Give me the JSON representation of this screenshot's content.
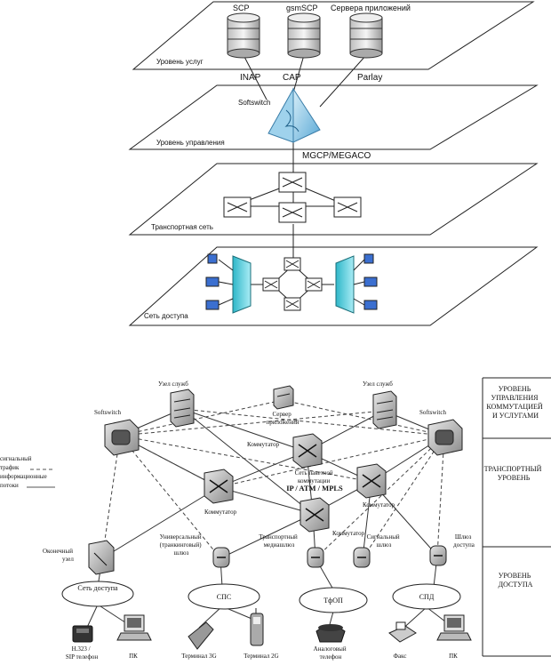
{
  "top_diagram": {
    "servers": [
      "SCP",
      "gsmSCP",
      "Сервера приложений"
    ],
    "planes": [
      "Уровень услуг",
      "Уровень управления",
      "Транспортная сеть",
      "Сеть доступа"
    ],
    "protocols_upper": [
      "INAP",
      "CAP",
      "Parlay"
    ],
    "softswitch": "Softswitch",
    "protocol_lower": "MGCP/MEGACO"
  },
  "bottom_diagram": {
    "levels": [
      "УРОВЕНЬ УПРАВЛЕНИЯ КОММУТАЦИЕЙ И УСЛУГАМИ",
      "ТРАНСПОРТНЫЙ УРОВЕНЬ",
      "УРОВЕНЬ ДОСТУПА"
    ],
    "legend": {
      "signal": "сигнальный трафик",
      "info": "информационные потоки"
    },
    "nodes": {
      "service_node_left": "Узел служб",
      "service_node_right": "Узел служб",
      "app_server": "Сервер приложений",
      "softswitch_left": "Softswitch",
      "softswitch_right": "Softswitch",
      "switch_top": "Коммутатор",
      "packet_network": "Сеть пакетной коммутации IP / ATM / MPLS",
      "switch_left": "Коммутатор",
      "switch_right": "Коммутатор",
      "switch_center": "Коммутатор",
      "terminal_node": "Оконечный узел",
      "universal_gateway": "Универсальный (транкинговый) шлюз",
      "media_gateway": "Транспортный медиашлюз",
      "signal_gateway": "Сигнальный шлюз",
      "access_gateway": "Шлюз доступа"
    },
    "networks": [
      "Сеть доступа",
      "СПС",
      "ТфОП",
      "СПД"
    ],
    "terminals": [
      "H.323 / SIP телефон",
      "ПК",
      "Терминал 3G",
      "Терминал 2G",
      "Аналоговый телефон",
      "Факс",
      "ПК"
    ]
  }
}
